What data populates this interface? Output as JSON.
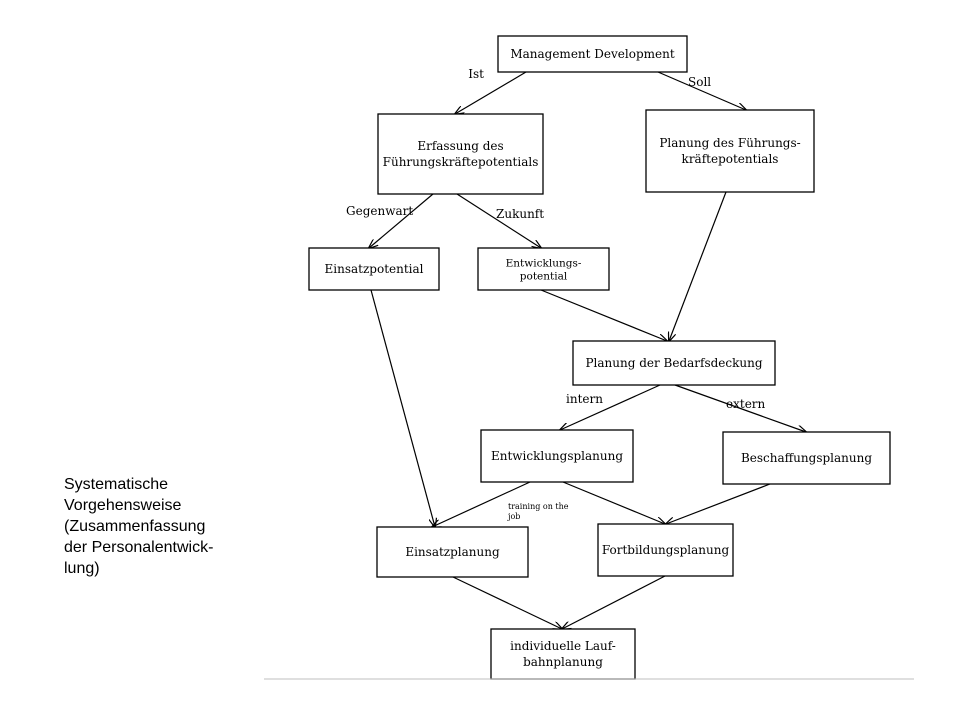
{
  "caption": {
    "lines": [
      "Systematische",
      "Vorgehensweise",
      "(Zusammenfassung",
      "der Personalentwick-",
      "lung)"
    ]
  },
  "nodes": [
    {
      "id": "management-development",
      "lines": [
        "Management Development"
      ]
    },
    {
      "id": "erfassung",
      "lines": [
        "Erfassung des",
        "Führungskräftepotentials"
      ]
    },
    {
      "id": "planung-fuehrung",
      "lines": [
        "Planung des Führungs-",
        "kräftepotentials"
      ]
    },
    {
      "id": "einsatzpotential",
      "lines": [
        "Einsatzpotential"
      ]
    },
    {
      "id": "entwicklungspotential",
      "lines": [
        "Entwicklungs-",
        "potential"
      ]
    },
    {
      "id": "planung-bedarf",
      "lines": [
        "Planung der Bedarfsdeckung"
      ]
    },
    {
      "id": "entwicklungsplanung",
      "lines": [
        "Entwicklungsplanung"
      ]
    },
    {
      "id": "beschaffungsplanung",
      "lines": [
        "Beschaffungsplanung"
      ]
    },
    {
      "id": "einsatzplanung",
      "lines": [
        "Einsatzplanung"
      ]
    },
    {
      "id": "fortbildungsplanung",
      "lines": [
        "Fortbildungsplanung"
      ]
    },
    {
      "id": "laufbahnplanung",
      "lines": [
        "individuelle Lauf-",
        "bahnplanung"
      ]
    }
  ],
  "edges": [
    {
      "from": "management-development",
      "to": "erfassung",
      "label": "Ist"
    },
    {
      "from": "management-development",
      "to": "planung-fuehrung",
      "label": "Soll"
    },
    {
      "from": "erfassung",
      "to": "einsatzpotential",
      "label": "Gegenwart"
    },
    {
      "from": "erfassung",
      "to": "entwicklungspotential",
      "label": "Zukunft"
    },
    {
      "from": "entwicklungspotential",
      "to": "planung-bedarf",
      "label": ""
    },
    {
      "from": "planung-fuehrung",
      "to": "planung-bedarf",
      "label": ""
    },
    {
      "from": "planung-bedarf",
      "to": "entwicklungsplanung",
      "label": "intern"
    },
    {
      "from": "planung-bedarf",
      "to": "beschaffungsplanung",
      "label": "extern"
    },
    {
      "from": "einsatzpotential",
      "to": "einsatzplanung",
      "label": ""
    },
    {
      "from": "entwicklungsplanung",
      "to": "einsatzplanung",
      "label": "training on the job"
    },
    {
      "from": "entwicklungsplanung",
      "to": "fortbildungsplanung",
      "label": ""
    },
    {
      "from": "beschaffungsplanung",
      "to": "fortbildungsplanung",
      "label": ""
    },
    {
      "from": "einsatzplanung",
      "to": "laufbahnplanung",
      "label": ""
    },
    {
      "from": "fortbildungsplanung",
      "to": "laufbahnplanung",
      "label": ""
    }
  ]
}
